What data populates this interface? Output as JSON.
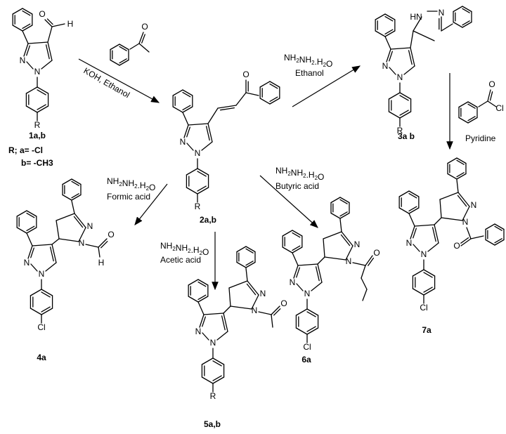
{
  "compounds": {
    "c1": "1a,b",
    "c2": "2a,b",
    "c3": "3a b",
    "c4": "4a",
    "c5": "5a,b",
    "c6": "6a",
    "c7": "7a"
  },
  "substituents": {
    "line1": "R; a= -Cl",
    "line2": "b= -CH3"
  },
  "reagents": {
    "step1": "KOH, Ethanol",
    "hydrazine": "NH2NH2.H2O",
    "ethanol": "Ethanol",
    "pyridine": "Pyridine",
    "formic": "Formic acid",
    "acetic": "Acetic acid",
    "butyric": "Butyric acid"
  },
  "atoms": {
    "N": "N",
    "O": "O",
    "H": "H",
    "HN": "HN",
    "R": "R",
    "Cl": "Cl"
  }
}
